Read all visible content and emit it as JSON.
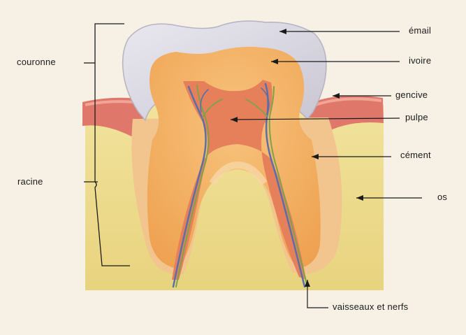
{
  "labels": {
    "couronne": "couronne",
    "racine": "racine",
    "email": "émail",
    "ivoire": "ivoire",
    "gencive": "gencive",
    "pulpe": "pulpe",
    "cement": "cément",
    "os": "os",
    "vaisseaux": "vaisseaux et nerfs"
  },
  "colors": {
    "paper": "#f6f1e4",
    "bone": "#ecd98a",
    "gum": "#e27d6c",
    "enamel": "#d4d2dc",
    "dentin": "#f2b25f",
    "pulp": "#e7835c",
    "cementum": "#f3c58c",
    "vessel_blue": "#5a6fa8",
    "vessel_green": "#7ea24a"
  }
}
